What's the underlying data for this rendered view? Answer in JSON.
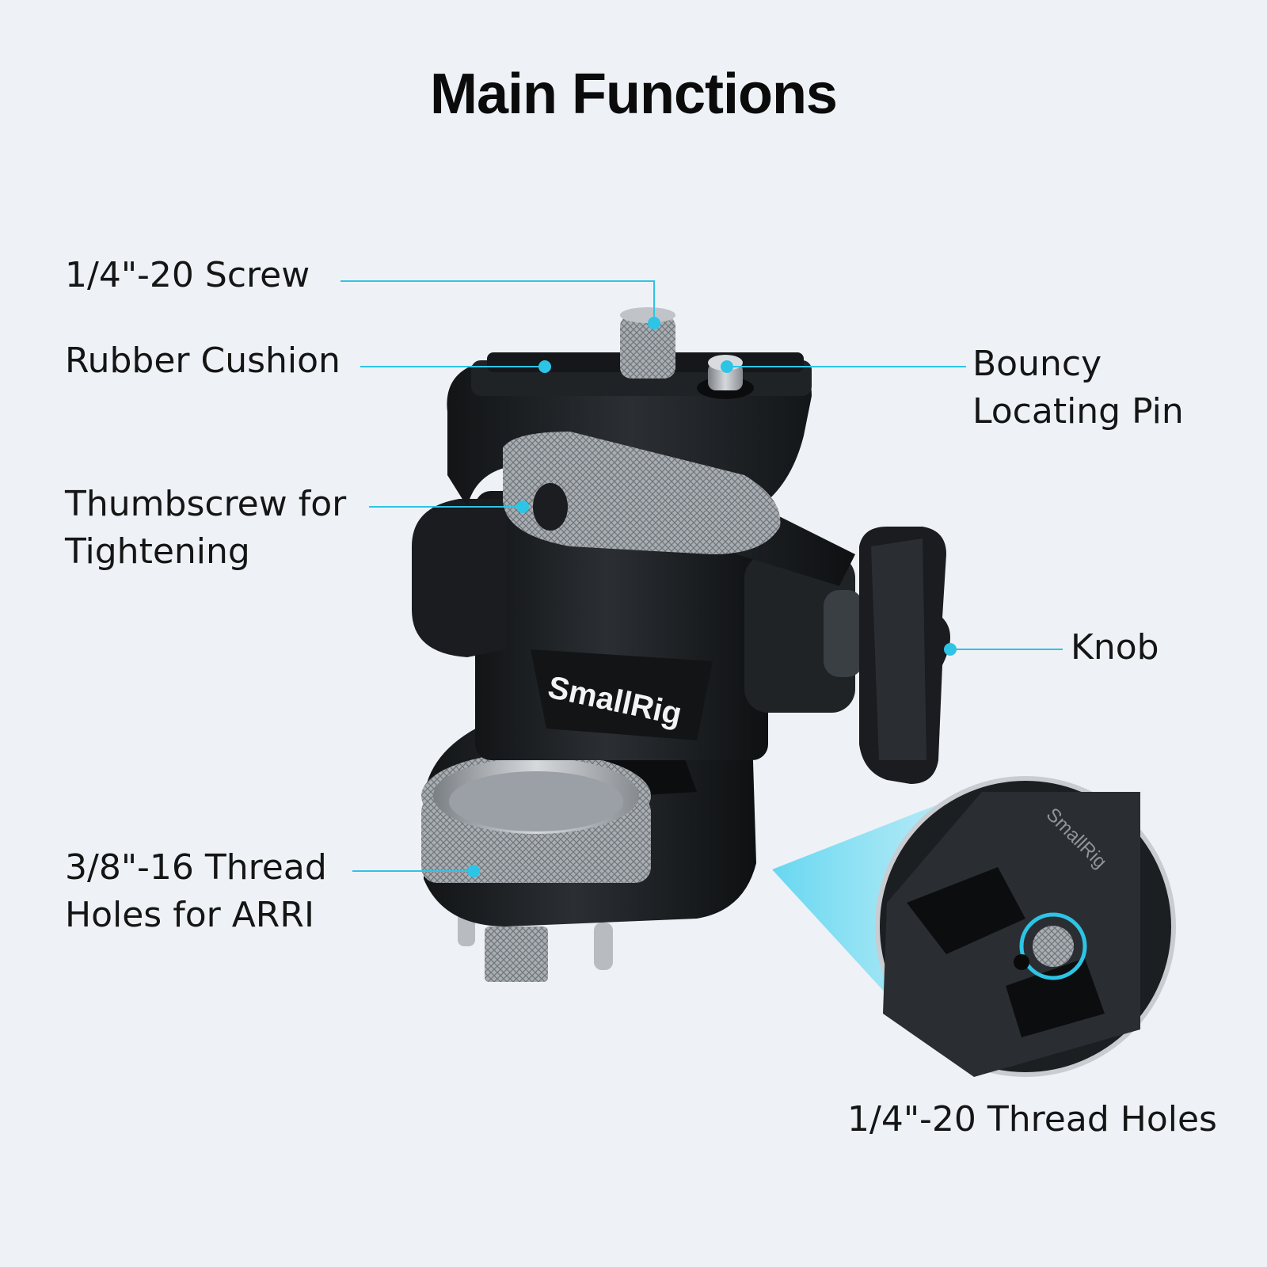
{
  "title": "Main Functions",
  "brand": "SmallRig",
  "colors": {
    "background": "#eef2f7",
    "accent": "#2ec4e6",
    "body": "#1e2124",
    "metal": "#9ea3a8"
  },
  "labels": {
    "screw": "1/4\"-20 Screw",
    "rubber": "Rubber Cushion",
    "pin_line1": "Bouncy",
    "pin_line2": "Locating Pin",
    "thumb_line1": "Thumbscrew for",
    "thumb_line2": "Tightening",
    "knob": "Knob",
    "arri_line1": "3/8\"-16 Thread",
    "arri_line2": "Holes for ARRI",
    "holes": "1/4\"-20 Thread Holes"
  }
}
